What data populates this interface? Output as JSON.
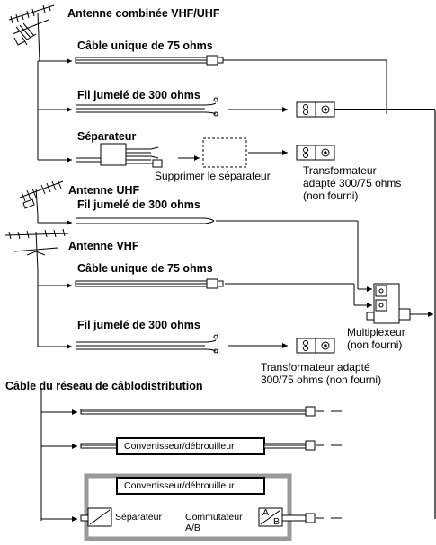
{
  "labels": {
    "antenna_vhf_uhf": "Antenne combinée VHF/UHF",
    "cable_75_a": "Câble unique de 75 ohms",
    "twin_300_a": "Fil jumelé de 300 ohms",
    "splitter_a": "Séparateur",
    "remove_splitter": "Supprimer le séparateur",
    "transformer_a": "Transformateur\nadapté 300/75 ohms\n(non fourni)",
    "antenna_uhf": "Antenne UHF",
    "twin_300_uhf": "Fil jumelé de 300 ohms",
    "antenna_vhf": "Antenne VHF",
    "cable_75_b": "Câble unique de 75 ohms",
    "twin_300_b": "Fil jumelé de 300 ohms",
    "multiplexer": "Multiplexeur\n(non fourni)",
    "transformer_b": "Transformateur adapté\n300/75 ohms (non fourni)",
    "cable_network": "Câble du réseau de câblodistribution",
    "converter_1": "Convertisseur/débrouilleur",
    "converter_2": "Convertisseur/débrouilleur",
    "splitter_b": "Séparateur",
    "ab_switch": "Commutateur\nA/B",
    "switch_a": "A",
    "switch_b": "B"
  }
}
